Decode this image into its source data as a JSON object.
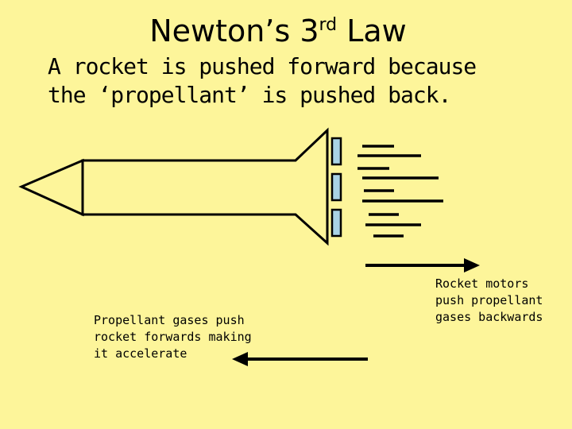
{
  "title": {
    "text": "Newton’s 3",
    "sup": "rd",
    "tail": " Law"
  },
  "subtitle": {
    "line1": "A rocket is pushed forward because",
    "line2": "the ‘propellant’ is pushed back."
  },
  "captions": {
    "left": [
      "Propellant gases push",
      "rocket forwards making",
      "it accelerate"
    ],
    "right": [
      "Rocket motors",
      "push propellant",
      "gases backwards"
    ]
  },
  "colors": {
    "background": "#fdf59a",
    "nozzle": "#a9d3e6",
    "line": "#000000"
  }
}
